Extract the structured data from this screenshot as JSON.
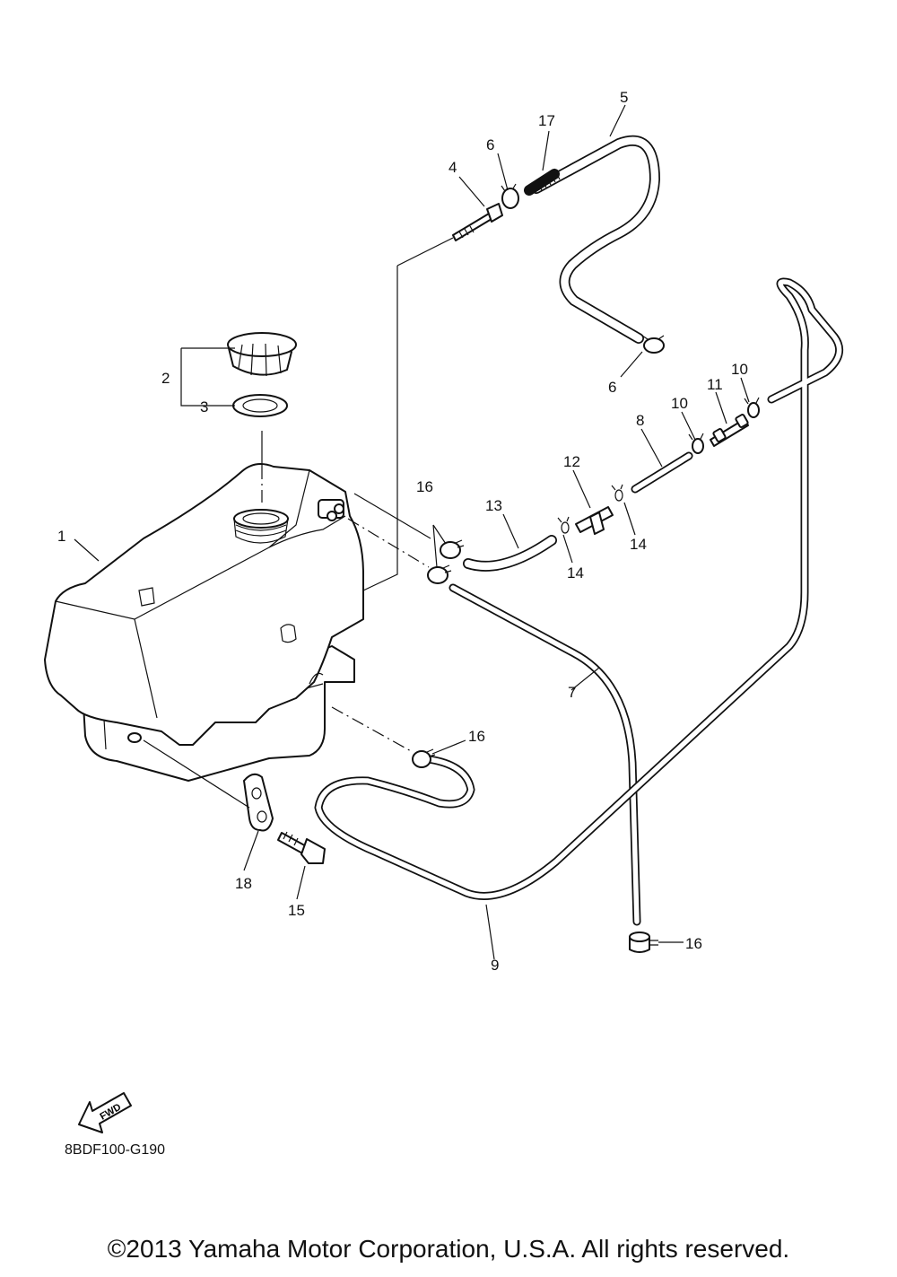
{
  "callouts": {
    "c1": "1",
    "c2": "2",
    "c3": "3",
    "c4": "4",
    "c5": "5",
    "c6a": "6",
    "c6b": "6",
    "c7": "7",
    "c8": "8",
    "c9": "9",
    "c10a": "10",
    "c10b": "10",
    "c11": "11",
    "c12": "12",
    "c13": "13",
    "c14a": "14",
    "c14b": "14",
    "c15": "15",
    "c16a": "16",
    "c16b": "16",
    "c16c": "16",
    "c17": "17",
    "c18": "18"
  },
  "fwd_label": "FWD",
  "diagram_code": "8BDF100-G190",
  "copyright": "©2013 Yamaha Motor Corporation, U.S.A. All rights reserved."
}
